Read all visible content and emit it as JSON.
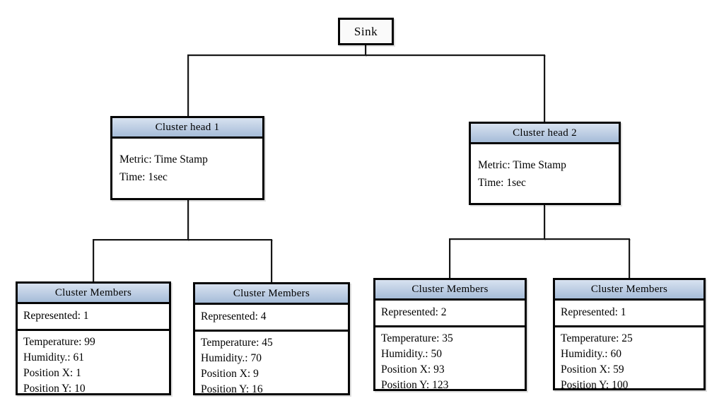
{
  "sink": {
    "label": "Sink"
  },
  "cluster_heads": [
    {
      "title": "Cluster head 1",
      "metric": "Metric: Time Stamp",
      "time": "Time: 1sec"
    },
    {
      "title": "Cluster head 2",
      "metric": "Metric: Time Stamp",
      "time": "Time: 1sec"
    }
  ],
  "cluster_members": [
    {
      "title": "Cluster Members",
      "represented": "Represented: 1",
      "values": [
        "Temperature: 99",
        "Humidity.: 61",
        "Position X: 1",
        "Position Y: 10"
      ]
    },
    {
      "title": "Cluster Members",
      "represented": "Represented: 4",
      "values": [
        "Temperature: 45",
        "Humidity.: 70",
        "Position X: 9",
        "Position Y: 16"
      ]
    },
    {
      "title": "Cluster Members",
      "represented": "Represented: 2",
      "values": [
        "Temperature: 35",
        "Humidity.: 50",
        "Position X: 93",
        "Position Y: 123"
      ]
    },
    {
      "title": "Cluster Members",
      "represented": "Represented: 1",
      "values": [
        "Temperature: 25",
        "Humidity.: 60",
        "Position X: 59",
        "Position Y: 100"
      ]
    }
  ],
  "colors": {
    "header_gradient_top": "#d8e2f0",
    "header_gradient_bottom": "#a5bcd8",
    "border": "#050505",
    "connector": "#161616",
    "background": "#ffffff"
  }
}
